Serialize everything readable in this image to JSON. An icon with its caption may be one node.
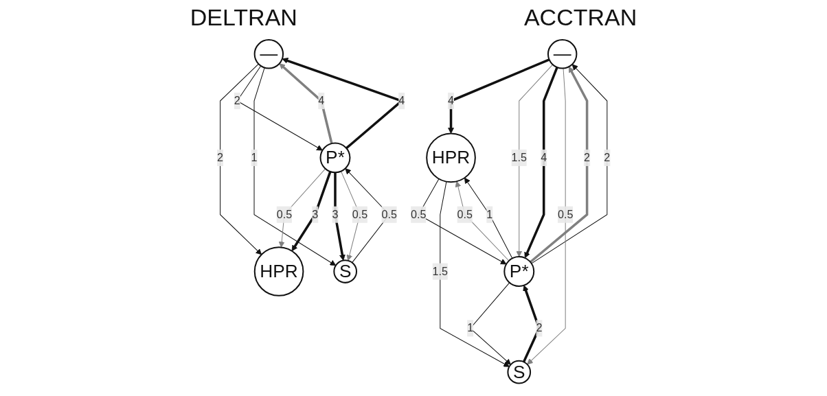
{
  "diagram": {
    "nodes": [
      {
        "text": [
          "—"
        ]
      },
      {
        "text": [
          "P*"
        ]
      },
      {
        "text": [
          "HPR"
        ]
      },
      {
        "text": [
          "S"
        ]
      },
      {
        "text": [
          "—"
        ]
      },
      {
        "text": [
          "P*"
        ]
      },
      {
        "text": [
          "HPR"
        ]
      },
      {
        "text": [
          "S"
        ]
      }
    ],
    "edges": [
      {
        "from": 0,
        "to": 2,
        "arrow": "to",
        "label": "4",
        "style": "thick"
      },
      {
        "from": 0,
        "to": 1,
        "arrow": "to",
        "label": "1.5",
        "color": "#808080"
      },
      {
        "from": 1,
        "to": 0,
        "arrow": "to",
        "label": "2",
        "color": "#808080",
        "style": "thick"
      },
      {
        "from": 1,
        "to": 0,
        "arrow": "to",
        "label": "2"
      },
      {
        "from": 0,
        "to": 1,
        "arrow": "to",
        "label": "4",
        "style": "thick"
      },
      {
        "from": 0,
        "to": 3,
        "arrow": "to",
        "label": "0.5",
        "color": "#808080"
      },
      {
        "from": 1,
        "to": 2,
        "arrow": "to",
        "label": "0.5",
        "color": "#808080"
      },
      {
        "from": 1,
        "to": 2,
        "arrow": "to",
        "label": "1"
      },
      {
        "from": 2,
        "to": 1,
        "arrow": "to",
        "label": "0.5"
      },
      {
        "from": 2,
        "to": 3,
        "arrow": "to",
        "label": "1.5"
      },
      {
        "from": 1,
        "to": 3,
        "arrow": "to",
        "label": "1"
      },
      {
        "from": 3,
        "to": 1,
        "arrow": "to",
        "label": "2",
        "style": "thick"
      },
      {
        "from": 4,
        "to": 6,
        "arrow": "to",
        "label": "2"
      },
      {
        "from": 5,
        "to": 4,
        "arrow": "to",
        "label": "4",
        "color": "#808080",
        "style": "thick"
      },
      {
        "from": 5,
        "to": 4,
        "arrow": "to",
        "label": "4",
        "style": "thick"
      },
      {
        "from": 4,
        "to": 5,
        "arrow": "to",
        "label": "2"
      },
      {
        "from": 4,
        "to": 7,
        "arrow": "to",
        "label": "1"
      },
      {
        "from": 5,
        "to": 6,
        "arrow": "to",
        "label": "0.5",
        "color": "#808080"
      },
      {
        "from": 5,
        "to": 6,
        "arrow": "to",
        "label": "3",
        "style": "thick"
      },
      {
        "from": 5,
        "to": 7,
        "arrow": "to",
        "label": "3",
        "style": "thick"
      },
      {
        "from": 5,
        "to": 7,
        "arrow": "to",
        "label": "0.5",
        "color": "#808080"
      },
      {
        "from": 7,
        "to": 5,
        "arrow": "to",
        "label": "0.5"
      }
    ],
    "labels": [
      "ACCTRAN",
      "DELTRAN"
    ]
  }
}
